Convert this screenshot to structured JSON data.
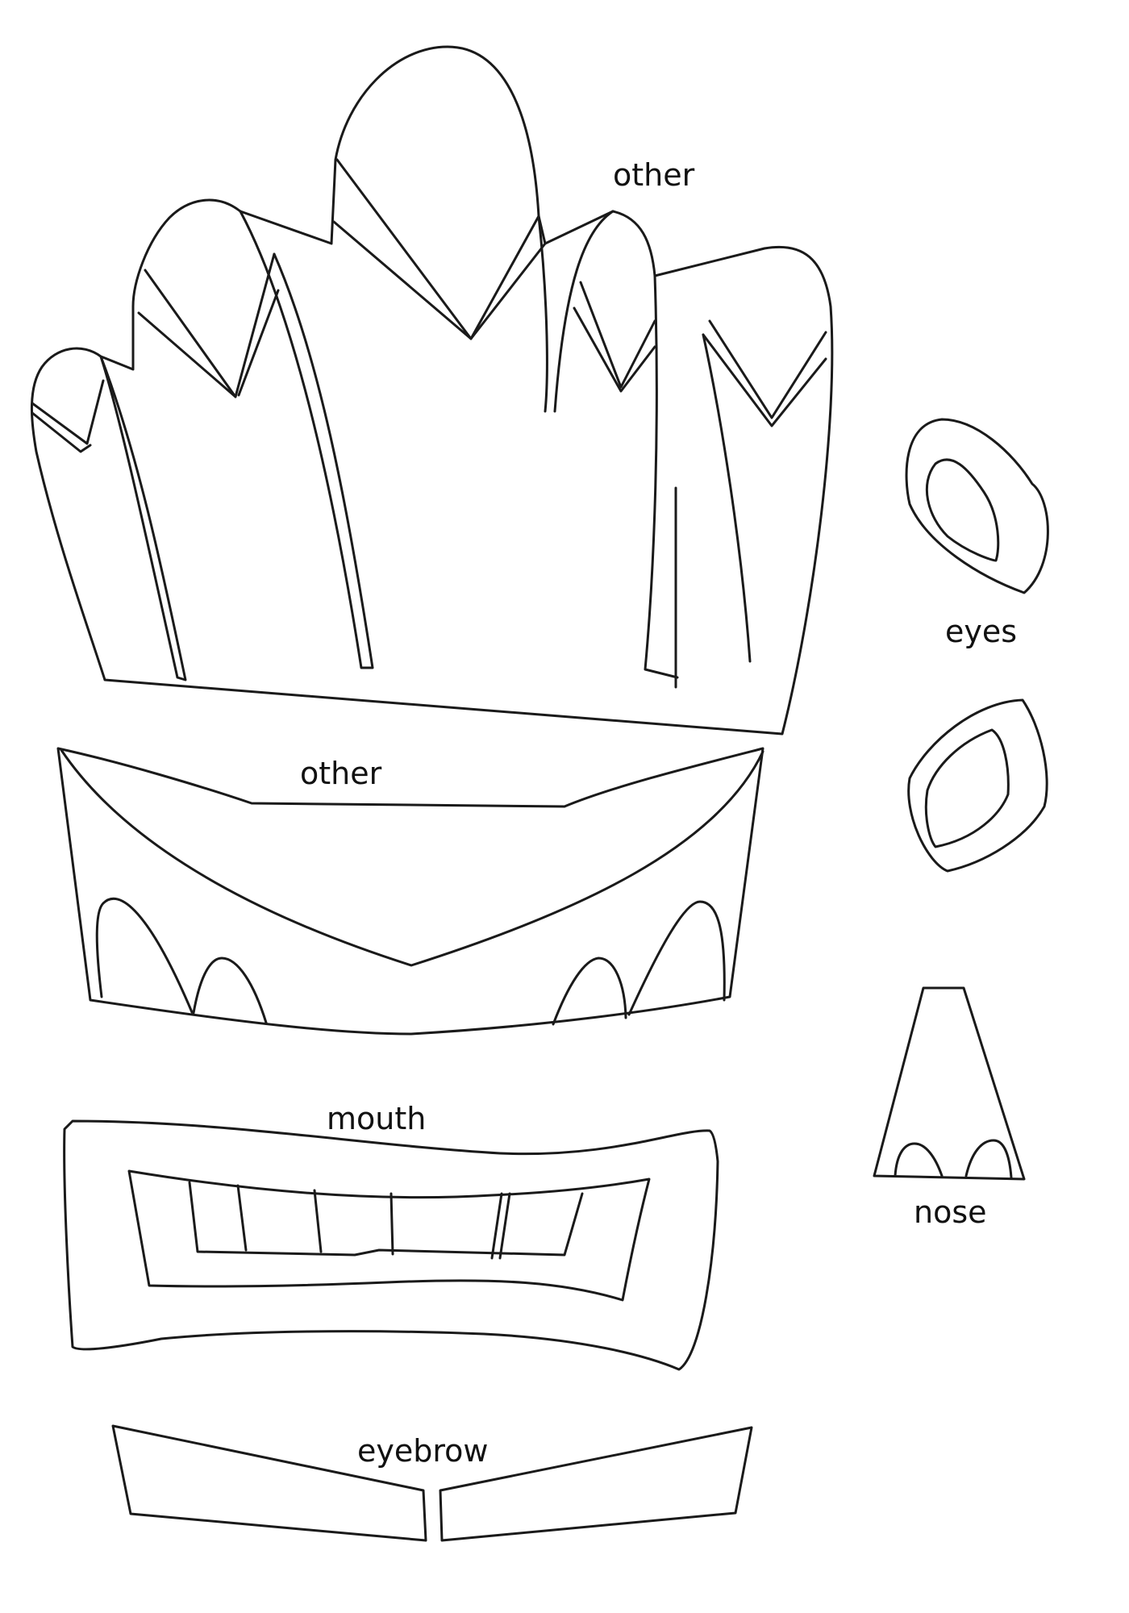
{
  "labels": {
    "crown": "other",
    "headband": "other",
    "eyes": "eyes",
    "nose": "nose",
    "mouth": "mouth",
    "eyebrow": "eyebrow"
  },
  "colors": {
    "outline": "#1a1a1a",
    "paper": "#ffffff"
  }
}
